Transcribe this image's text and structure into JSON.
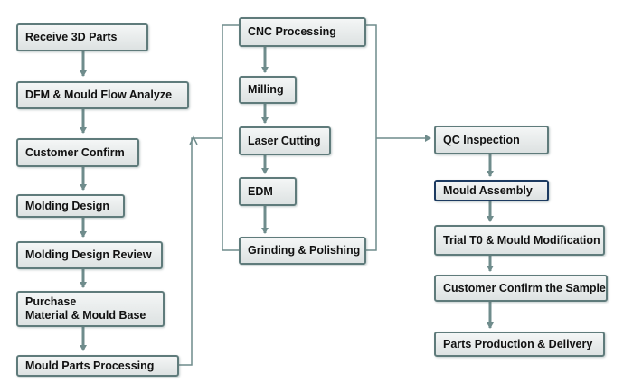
{
  "nodes": {
    "receive_3d_parts": "Receive 3D Parts",
    "dfm_mould_flow": "DFM & Mould Flow Analyze",
    "customer_confirm": "Customer Confirm",
    "molding_design": "Molding Design",
    "molding_design_review": "Molding Design Review",
    "purchase_line1": "Purchase",
    "purchase_line2": "Material & Mould Base",
    "mould_parts_processing": "Mould Parts Processing",
    "cnc_processing": "CNC Processing",
    "milling": "Milling",
    "laser_cutting": "Laser Cutting",
    "edm": "EDM",
    "grinding_polishing": "Grinding & Polishing",
    "qc_inspection": "QC Inspection",
    "mould_assembly": "Mould Assembly",
    "trial_t0": "Trial T0 & Mould Modification",
    "customer_confirm_sample": "Customer Confirm the Sample",
    "parts_production_delivery": "Parts Production & Delivery"
  },
  "colors": {
    "node_border": "#5f7b7b",
    "highlight_border": "#1c3a60",
    "connector": "#6f8c8c"
  }
}
